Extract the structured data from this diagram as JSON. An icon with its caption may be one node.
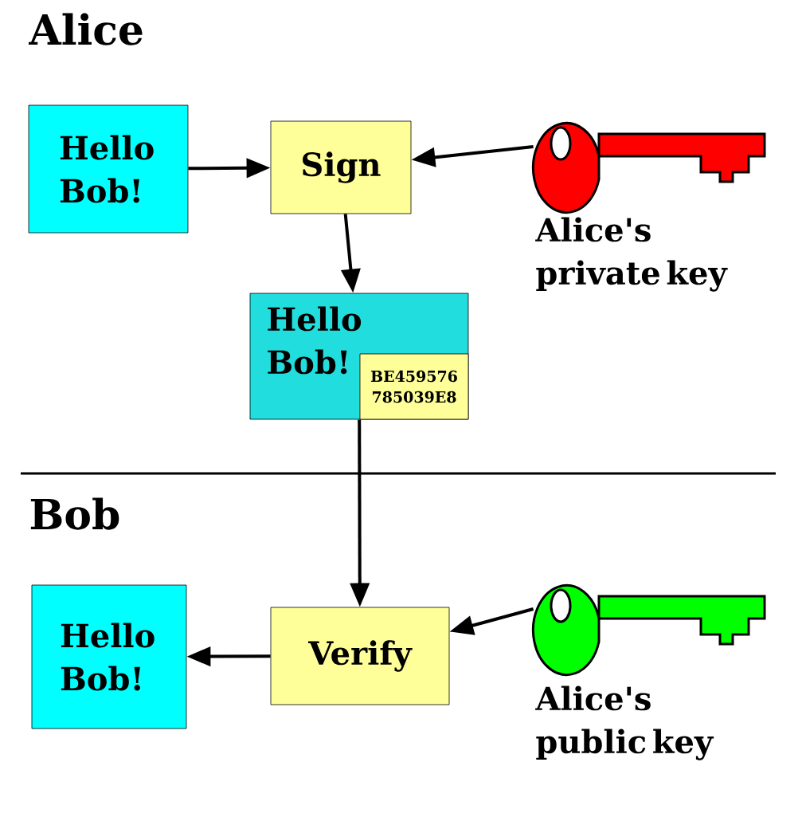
{
  "diagram": {
    "nodes": [
      {
        "text": [
          "Hello Bob!"
        ]
      },
      {
        "text": [
          "Sign"
        ]
      },
      {
        "text": [],
        "shape": "key",
        "beside": [
          "Alice's private key"
        ]
      },
      {
        "text": [
          "Hello Bob!"
        ]
      },
      {
        "text": [
          "BE459576 785039E8"
        ],
        "in": 3
      },
      {
        "text": [
          "Hello Bob!"
        ]
      },
      {
        "text": [
          "Verify"
        ]
      },
      {
        "text": [],
        "shape": "key",
        "beside": [
          "Alice's public key"
        ]
      }
    ],
    "edges": [
      {
        "from": 0,
        "to": 1,
        "arrow": "to"
      },
      {
        "from": 2,
        "to": 1,
        "arrow": "to"
      },
      {
        "from": 1,
        "to": 3,
        "arrow": "to"
      },
      {
        "from": 3,
        "to": 6,
        "arrow": "to"
      },
      {
        "from": 7,
        "to": 6,
        "arrow": "to"
      },
      {
        "from": 6,
        "to": 5,
        "arrow": "to"
      }
    ],
    "labels": [
      "Alice",
      "Bob"
    ]
  }
}
